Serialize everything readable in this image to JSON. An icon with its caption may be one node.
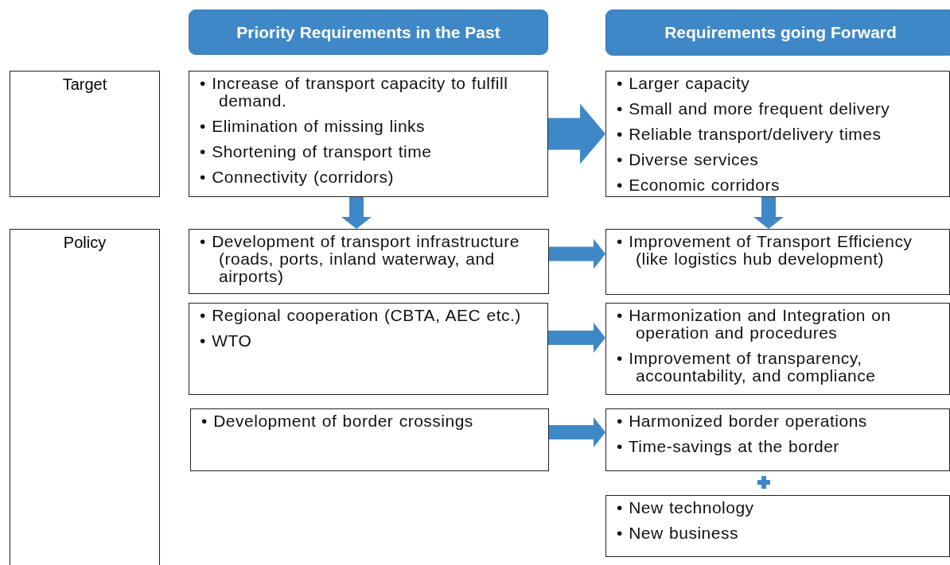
{
  "diagram": {
    "nodes": [
      {
        "text": [
          "Priority Requirements in the Past"
        ]
      },
      {
        "text": [
          "Requirements going Forward"
        ]
      },
      {
        "text": [
          "Target"
        ]
      },
      {
        "text": [
          "• Increase of transport capacity to fulfill demand.",
          "• Elimination of missing links",
          "• Shortening of transport time",
          "• Connectivity (corridors)"
        ]
      },
      {
        "text": [
          "• Larger capacity",
          "• Small and more frequent delivery",
          "• Reliable transport/delivery times",
          "• Diverse services",
          "• Economic corridors"
        ]
      },
      {
        "text": [
          "Policy"
        ]
      },
      {
        "text": [
          "• Development of transport infrastructure (roads, ports, inland waterway, and airports)"
        ]
      },
      {
        "text": [
          "• Regional cooperation (CBTA, AEC etc.)",
          "• WTO"
        ]
      },
      {
        "text": [
          "• Development of border crossings"
        ]
      },
      {
        "text": [
          "• Improvement of Transport Efficiency (like logistics hub development)"
        ]
      },
      {
        "text": [
          "• Harmonization and Integration on operation and procedures",
          "• Improvement of transparency, accountability, and compliance"
        ]
      },
      {
        "text": [
          "• Harmonized border operations",
          "• Time-savings at the border"
        ]
      },
      {
        "text": [
          "• New technology",
          "• New business"
        ]
      }
    ],
    "edges": [
      {
        "from": 3,
        "to": 4,
        "arrow": "to",
        "style": "thick"
      },
      {
        "from": 3,
        "to": 6,
        "arrow": "to"
      },
      {
        "from": 4,
        "to": 9,
        "arrow": "to"
      },
      {
        "from": 6,
        "to": 9,
        "arrow": "to"
      },
      {
        "from": 7,
        "to": 10,
        "arrow": "to"
      },
      {
        "from": 8,
        "to": 11,
        "arrow": "to"
      }
    ]
  }
}
